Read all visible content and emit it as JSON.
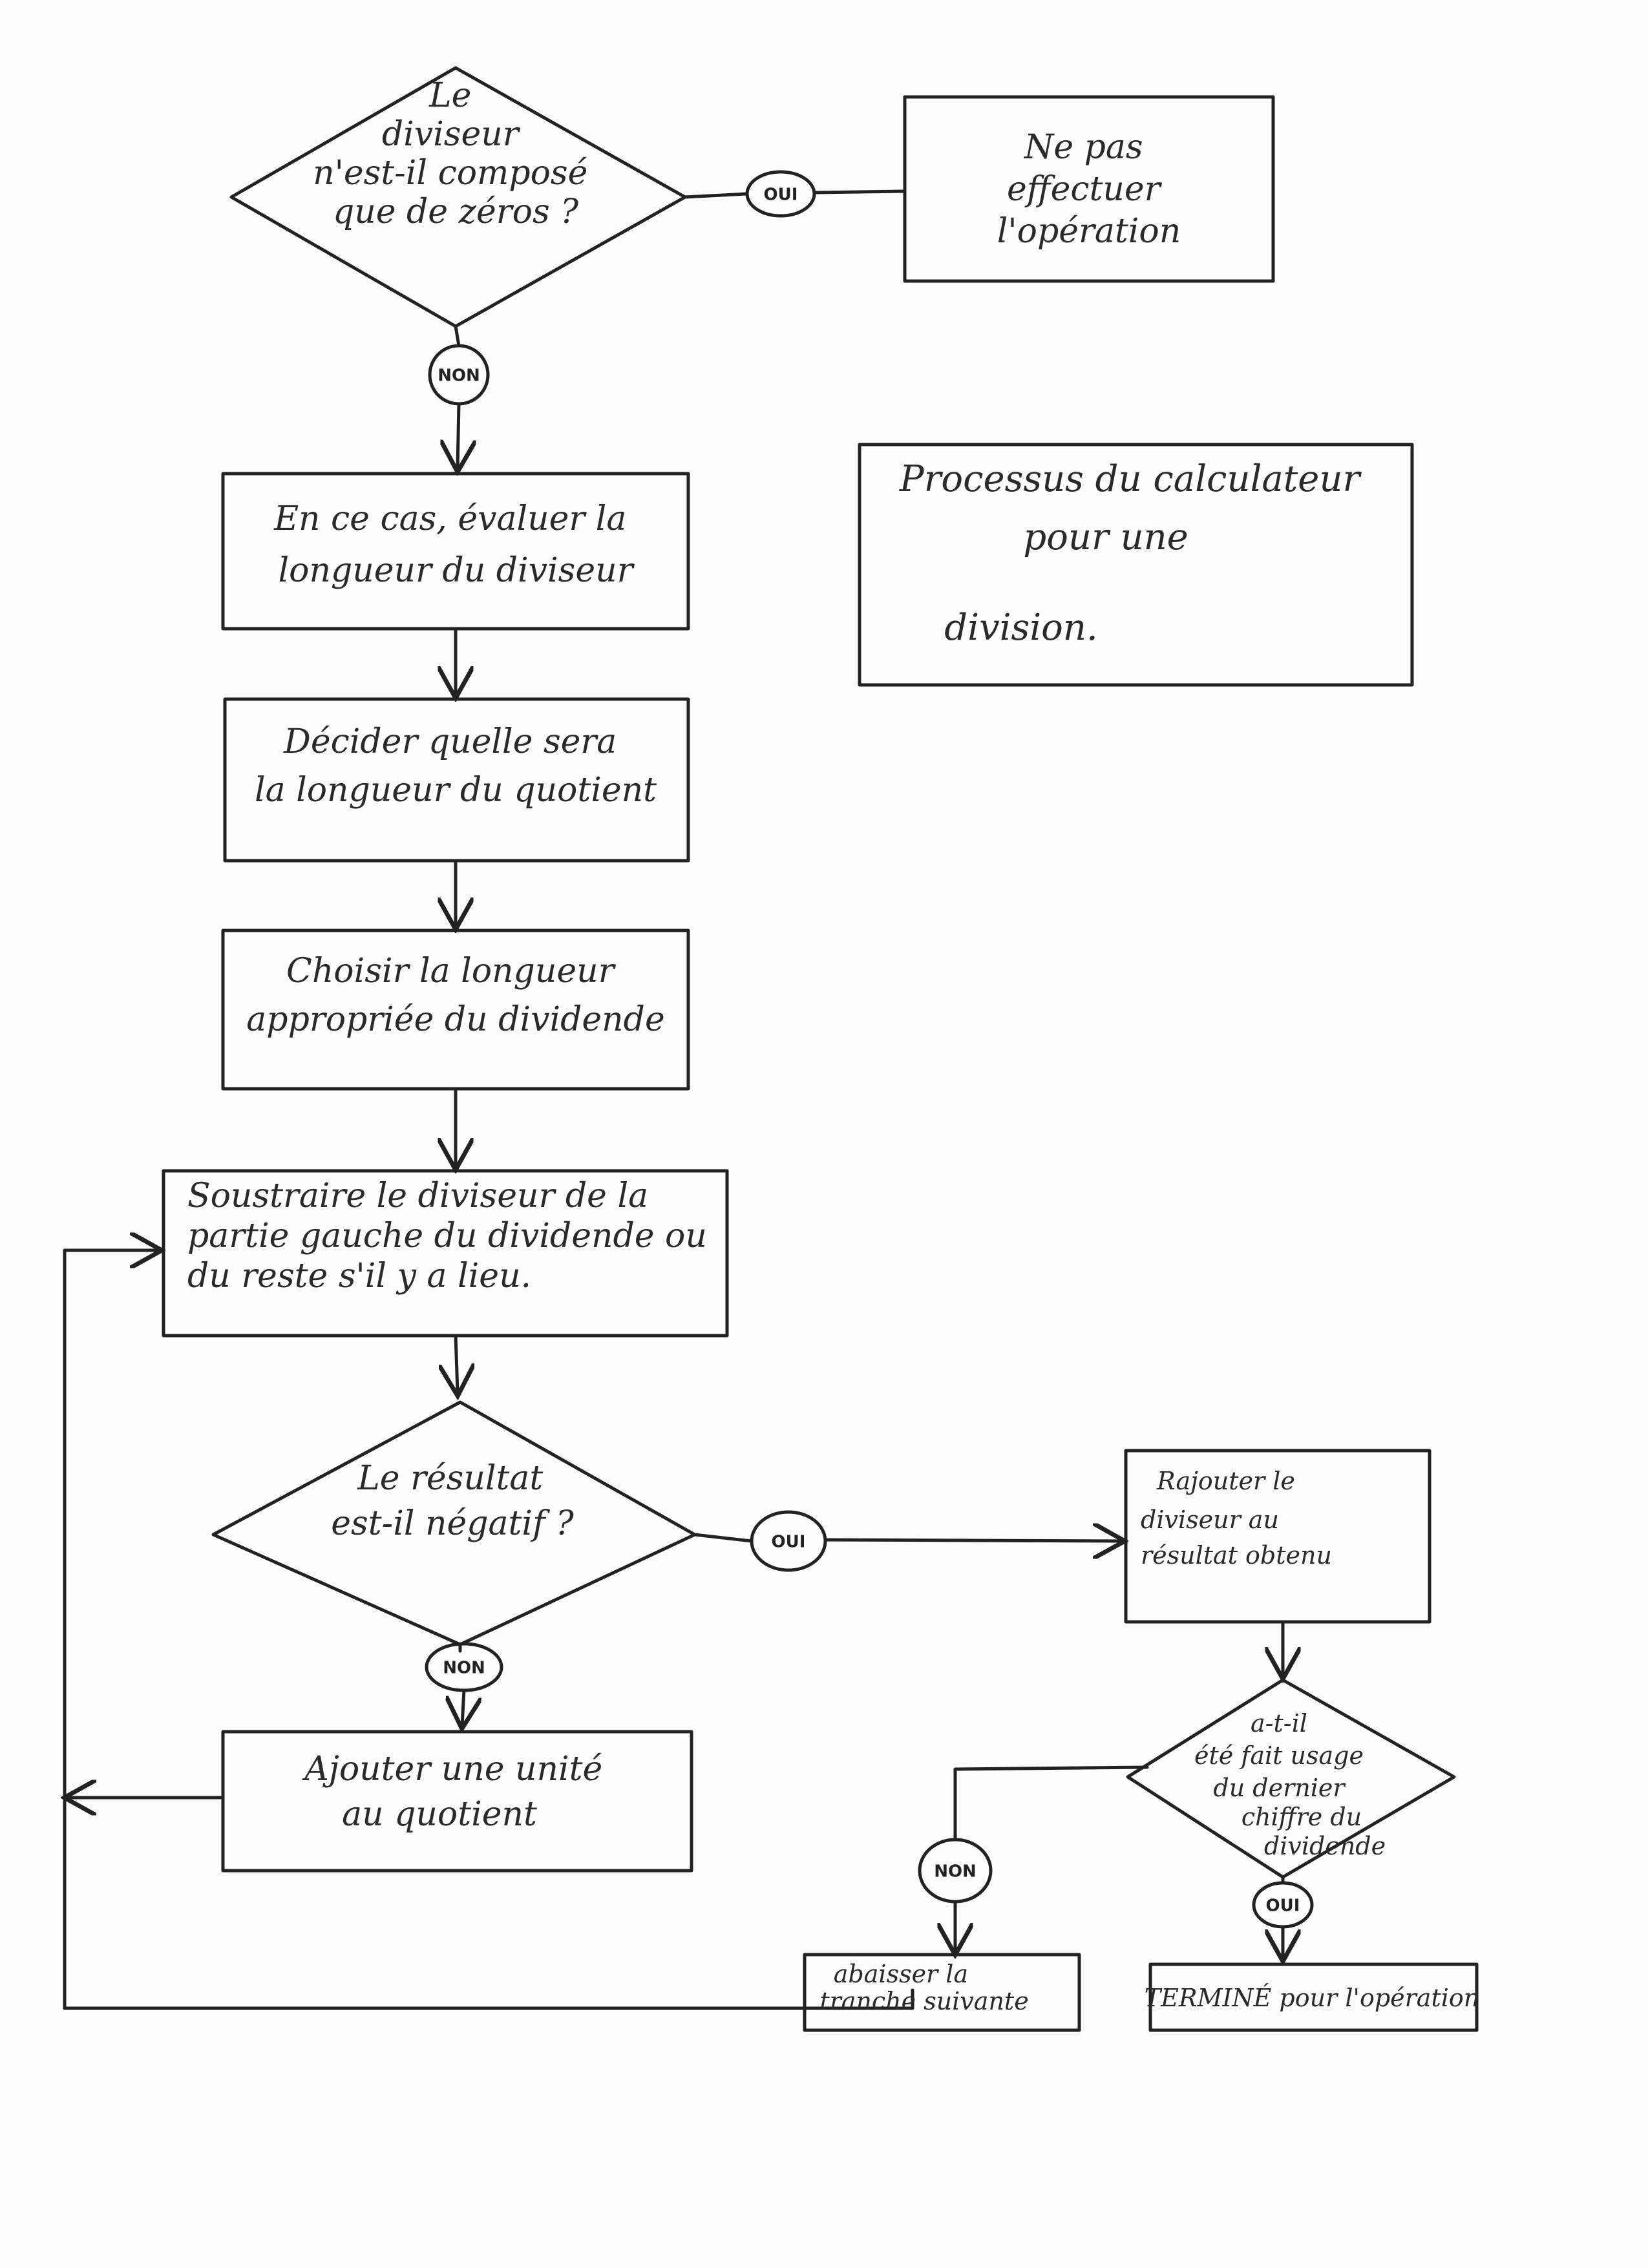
{
  "colors": {
    "red": "#e23b45",
    "blue": "#cfe0ee",
    "orange": "#fbeed8",
    "yellow": "#fdf6c8",
    "green": "#dcebd2",
    "ink": "#222222"
  },
  "title_box": {
    "lines": [
      "Processus du calculateur",
      "pour une",
      "division."
    ]
  },
  "decision_zero": {
    "lines": [
      "Le",
      "diviseur",
      "n'est-il composé",
      "que de zéros ?"
    ]
  },
  "label_oui_1": "OUI",
  "box_no_op": {
    "lines": [
      "Ne pas",
      "effectuer",
      "l'opération"
    ]
  },
  "label_non_1": "NON",
  "box_eval": {
    "lines": [
      "En ce cas, évaluer la",
      "longueur du diviseur"
    ]
  },
  "box_decide": {
    "lines": [
      "Décider quelle sera",
      "la longueur du quotient"
    ]
  },
  "box_choose": {
    "lines": [
      "Choisir la longueur",
      "appropriée du dividende"
    ]
  },
  "box_subtract": {
    "lines": [
      "Soustraire le diviseur de la",
      "partie gauche du dividende ou",
      "du reste s'il y a lieu."
    ]
  },
  "decision_negative": {
    "lines": [
      "Le résultat",
      "est-il négatif ?"
    ]
  },
  "label_oui_2": "OUI",
  "label_non_2": "NON",
  "box_add_unit": {
    "lines": [
      "Ajouter une unité",
      "au quotient"
    ]
  },
  "box_add_back": {
    "lines": [
      "Rajouter le",
      "diviseur au",
      "résultat obtenu"
    ]
  },
  "decision_last_digit": {
    "lines": [
      "a-t-il",
      "été fait usage",
      "du dernier",
      "chiffre du",
      "dividende"
    ]
  },
  "label_non_3": "NON",
  "label_oui_3": "OUI",
  "box_lower": {
    "lines": [
      "abaisser la",
      "tranche suivante"
    ]
  },
  "box_done": {
    "text": "TERMINÉ pour l'opération"
  }
}
